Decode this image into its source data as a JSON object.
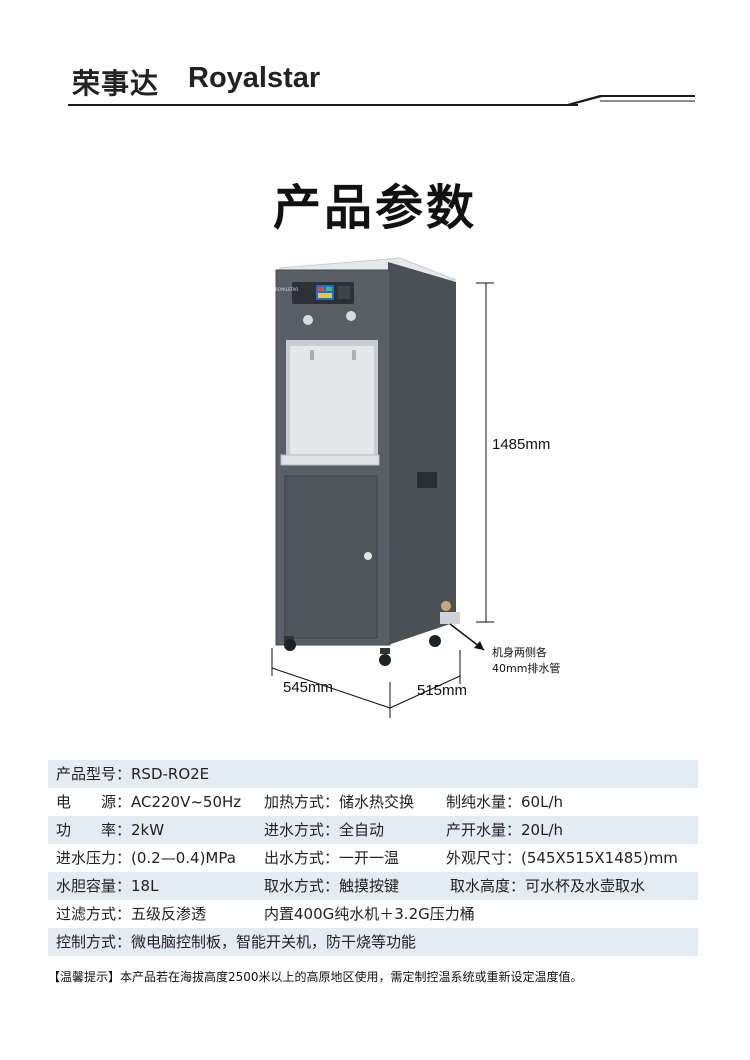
{
  "header": {
    "brand_cn": "荣事达",
    "brand_en": "Royalstar"
  },
  "page_title": "产品参数",
  "product_image": {
    "height_label": "1485mm",
    "width_label": "545mm",
    "depth_label": "515mm",
    "drain_note_line1": "机身两侧各",
    "drain_note_line2": "40mm排水管",
    "panel_brand": "ROYALSTAR"
  },
  "specs": {
    "rows": [
      {
        "cells": [
          "产品型号：RSD-RO2E"
        ]
      },
      {
        "cells": [
          "电　　源：AC220V~50Hz",
          "加热方式：储水热交换",
          "制纯水量：60L/h"
        ]
      },
      {
        "cells": [
          "功　　率：2kW",
          "进水方式：全自动",
          "产开水量：20L/h"
        ]
      },
      {
        "cells": [
          "进水压力：(0.2—0.4)MPa",
          "出水方式：一开一温",
          "外观尺寸：(545X515X1485)mm"
        ]
      },
      {
        "cells": [
          "水胆容量：18L",
          "取水方式：触摸按键",
          "取水高度：可水杯及水壶取水"
        ]
      },
      {
        "cells": [
          "过滤方式：五级反渗透",
          "内置400G纯水机＋3.2G压力桶"
        ]
      },
      {
        "cells": [
          "控制方式：微电脑控制板，智能开关机，防干烧等功能"
        ]
      }
    ],
    "tip": "【温馨提示】本产品若在海拔高度2500米以上的高原地区使用，需定制控温系统或重新设定温度值。"
  },
  "colors": {
    "row_shade": "#e3ebf3",
    "body_gray": "#555a5f",
    "screen_blue": "#1a6fd6"
  }
}
